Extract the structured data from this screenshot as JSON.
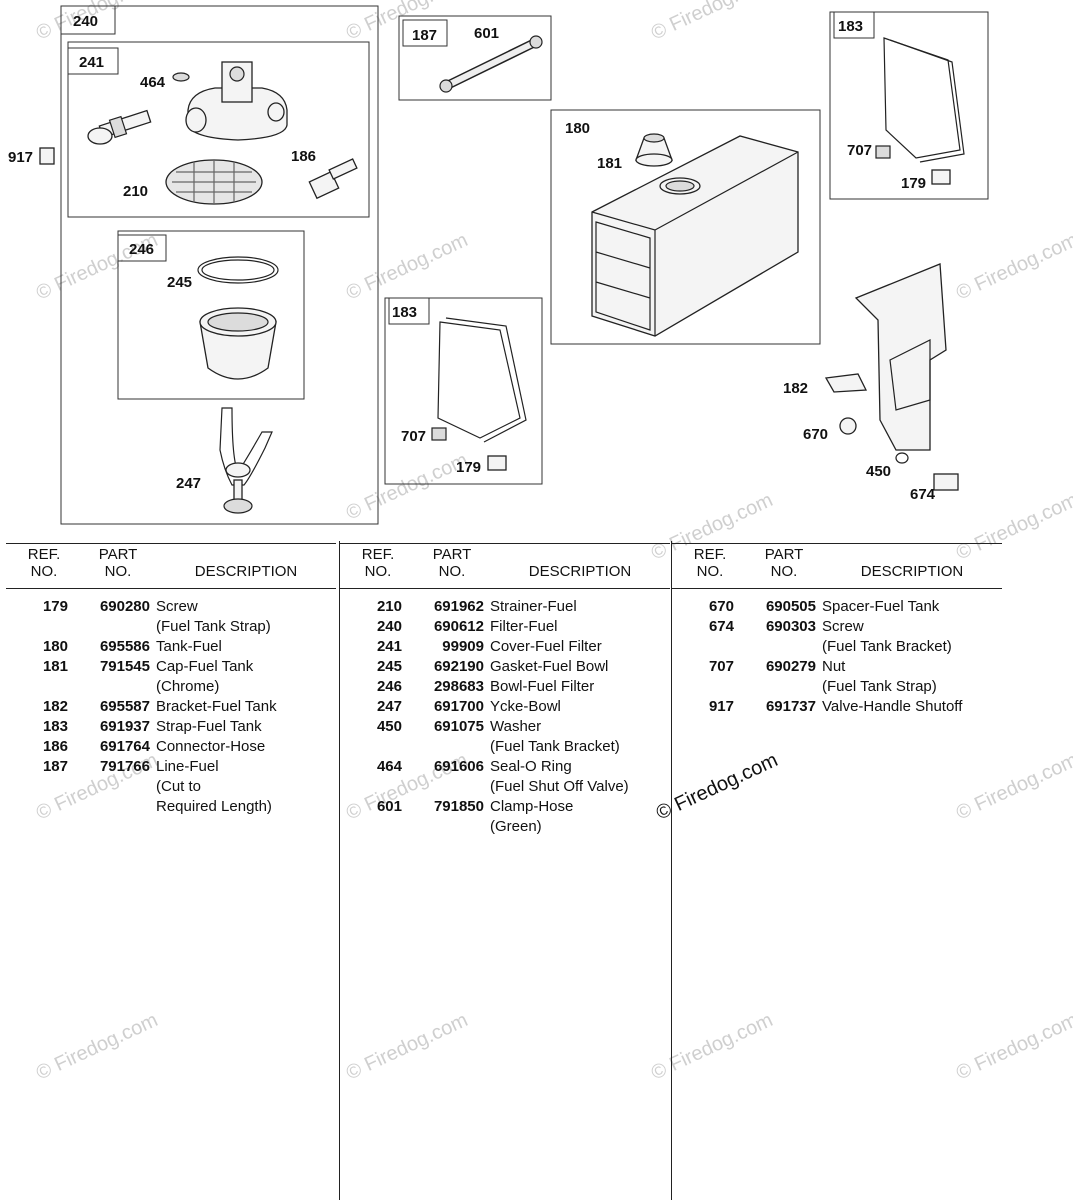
{
  "watermark": "© Firedog.com",
  "callouts": {
    "c240": "240",
    "c241": "241",
    "c464": "464",
    "c917": "917",
    "c186": "186",
    "c210": "210",
    "c246": "246",
    "c245": "245",
    "c247": "247",
    "c187": "187",
    "c601": "601",
    "c180": "180",
    "c181": "181",
    "c183a": "183",
    "c707a": "707",
    "c179a": "179",
    "c183b": "183",
    "c707b": "707",
    "c179b": "179",
    "c182": "182",
    "c670": "670",
    "c450": "450",
    "c674": "674"
  },
  "table": {
    "headers": {
      "ref": "REF.\nNO.",
      "part": "PART\nNO.",
      "description": "DESCRIPTION"
    },
    "columns": [
      [
        {
          "ref": "179",
          "part": "690280",
          "desc": [
            "Screw",
            "(Fuel Tank Strap)"
          ]
        },
        {
          "ref": "180",
          "part": "695586",
          "desc": [
            "Tank-Fuel"
          ]
        },
        {
          "ref": "181",
          "part": "791545",
          "desc": [
            "Cap-Fuel Tank",
            "(Chrome)"
          ]
        },
        {
          "ref": "182",
          "part": "695587",
          "desc": [
            "Bracket-Fuel Tank"
          ]
        },
        {
          "ref": "183",
          "part": "691937",
          "desc": [
            "Strap-Fuel Tank"
          ]
        },
        {
          "ref": "186",
          "part": "691764",
          "desc": [
            "Connector-Hose"
          ]
        },
        {
          "ref": "187",
          "part": "791766",
          "desc": [
            "Line-Fuel",
            "(Cut to",
            "Required Length)"
          ]
        }
      ],
      [
        {
          "ref": "210",
          "part": "691962",
          "desc": [
            "Strainer-Fuel"
          ]
        },
        {
          "ref": "240",
          "part": "690612",
          "desc": [
            "Filter-Fuel"
          ]
        },
        {
          "ref": "241",
          "part": "99909",
          "desc": [
            "Cover-Fuel Filter"
          ]
        },
        {
          "ref": "245",
          "part": "692190",
          "desc": [
            "Gasket-Fuel Bowl"
          ]
        },
        {
          "ref": "246",
          "part": "298683",
          "desc": [
            "Bowl-Fuel Filter"
          ]
        },
        {
          "ref": "247",
          "part": "691700",
          "desc": [
            "Ycke-Bowl"
          ]
        },
        {
          "ref": "450",
          "part": "691075",
          "desc": [
            "Washer",
            "(Fuel Tank Bracket)"
          ]
        },
        {
          "ref": "464",
          "part": "691606",
          "desc": [
            "Seal-O Ring",
            "(Fuel Shut Off Valve)"
          ]
        },
        {
          "ref": "601",
          "part": "791850",
          "desc": [
            "Clamp-Hose",
            "(Green)"
          ]
        }
      ],
      [
        {
          "ref": "670",
          "part": "690505",
          "desc": [
            "Spacer-Fuel Tank"
          ]
        },
        {
          "ref": "674",
          "part": "690303",
          "desc": [
            "Screw",
            "(Fuel Tank Bracket)"
          ]
        },
        {
          "ref": "707",
          "part": "690279",
          "desc": [
            "Nut",
            "(Fuel Tank Strap)"
          ]
        },
        {
          "ref": "917",
          "part": "691737",
          "desc": [
            "Valve-Handle Shutoff"
          ]
        }
      ]
    ]
  }
}
